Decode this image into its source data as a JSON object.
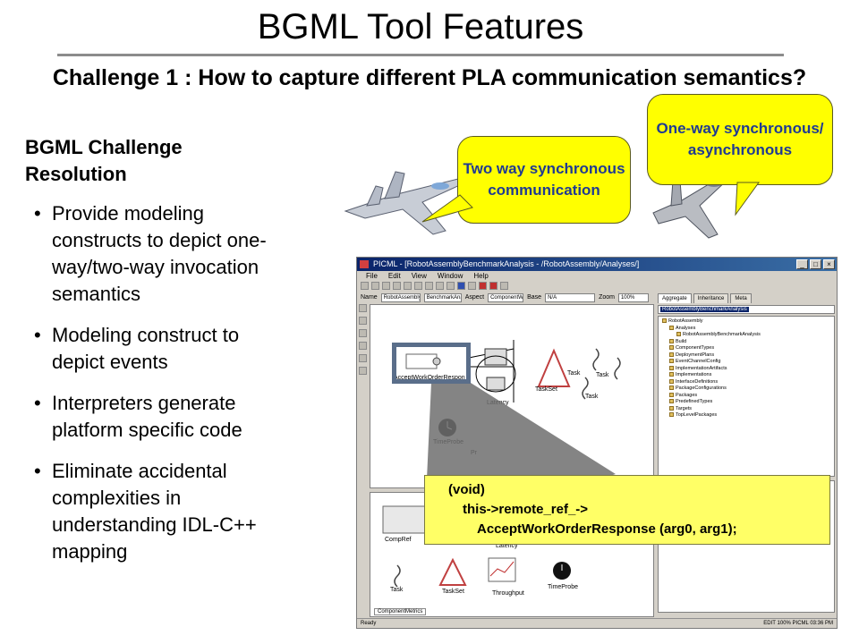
{
  "slide": {
    "title": "BGML Tool Features",
    "challenge": "Challenge 1 : How to capture different PLA communication semantics?"
  },
  "resolution": {
    "heading": "BGML Challenge Resolution",
    "bullets": [
      "Provide modeling constructs to depict one-way/two-way invocation semantics",
      " Modeling construct to depict events",
      "Interpreters generate platform specific code",
      "Eliminate accidental complexities in understanding IDL-C++ mapping"
    ]
  },
  "callouts": {
    "two_way": "Two way synchronous communication",
    "one_way": "One-way synchronous/ asynchronous"
  },
  "app": {
    "window_title": "PICML - [RobotAssemblyBenchmarkAnalysis - /RobotAssembly/Analyses/]",
    "menu": [
      "File",
      "Edit",
      "View",
      "Window",
      "Help"
    ],
    "toolbar": {
      "name_label": "Name",
      "name_value": "RobotAssemblyBenc",
      "kind_value": "BenchmarkAnalysis",
      "aspect_label": "Aspect",
      "aspect_value": "ComponentWo",
      "base_label": "Base",
      "base_value": "N/A",
      "zoom_label": "Zoom",
      "zoom_value": "100%"
    },
    "browser_tabs": [
      "Aggregate",
      "Inheritance",
      "Meta"
    ],
    "browser_selected": "RobotAssemblyBenchmarkAnalysis",
    "tree": {
      "root": "RobotAssembly",
      "items": [
        {
          "label": "Analyses",
          "level": 1
        },
        {
          "label": "RobotAssemblyBenchmarkAnalysis",
          "level": 2
        },
        {
          "label": "Build",
          "level": 1
        },
        {
          "label": "ComponentTypes",
          "level": 1
        },
        {
          "label": "DeploymentPlans",
          "level": 1
        },
        {
          "label": "EventChannelConfig",
          "level": 1
        },
        {
          "label": "ImplementationArtifacts",
          "level": 1
        },
        {
          "label": "Implementations",
          "level": 1
        },
        {
          "label": "InterfaceDefinitions",
          "level": 1
        },
        {
          "label": "PackageConfigurations",
          "level": 1
        },
        {
          "label": "Packages",
          "level": 1
        },
        {
          "label": "PredefinedTypes",
          "level": 1
        },
        {
          "label": "Targets",
          "level": 1
        },
        {
          "label": "TopLevelPackages",
          "level": 1
        }
      ]
    },
    "canvas_labels": {
      "accept": "AcceptWorkOrderRespon",
      "latency": "Latency",
      "taskset": "TaskSet",
      "task1": "Task",
      "task2": "Task",
      "task3": "Task",
      "timeprobe": "TimeProbe",
      "partial": "Pr"
    },
    "palette_labels": {
      "compref": "CompRef",
      "latency": "Latency",
      "task": "Task",
      "taskset": "TaskSet",
      "throughput": "Throughput",
      "timeprobe": "TimeProbe"
    },
    "palette_tab": "ComponentMetrics",
    "status_left": "Ready",
    "status_right": "EDIT  100%  PICML  03:36 PM"
  },
  "code": {
    "line1": "(void)",
    "line2": "this->remote_ref_->",
    "line3": "AcceptWorkOrderResponse (arg0, arg1);"
  },
  "colors": {
    "callout_fill": "#ffff00",
    "callout_text": "#1f3a93",
    "code_fill": "#ffff66",
    "title_rule": "#8c8c8c"
  }
}
